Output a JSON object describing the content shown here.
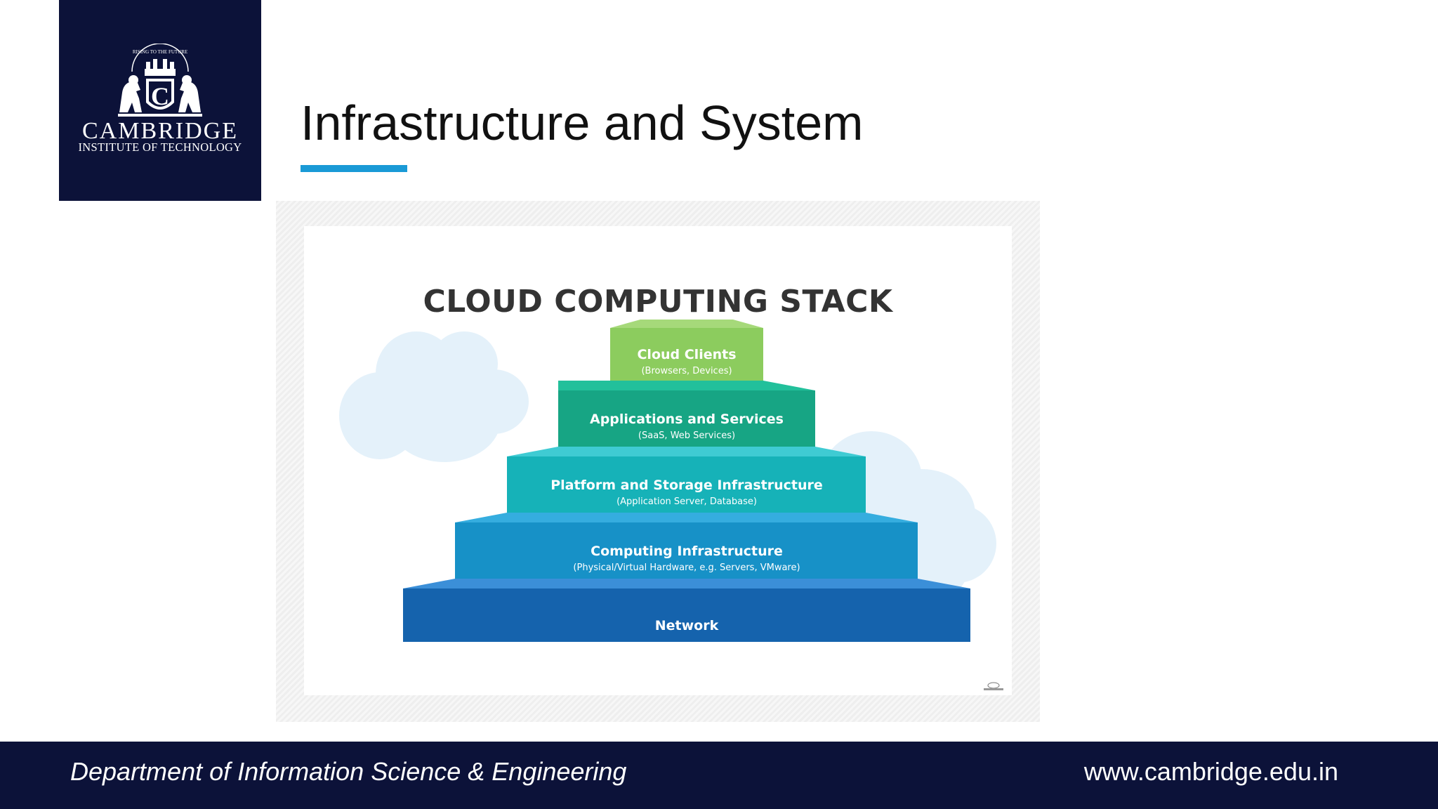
{
  "logo": {
    "name": "CAMBRIDGE",
    "subtitle": "INSTITUTE OF TECHNOLOGY",
    "motto": "RISING TO THE FUTURE"
  },
  "slide": {
    "title": "Infrastructure and System"
  },
  "diagram": {
    "title": "CLOUD COMPUTING STACK",
    "layers": [
      {
        "title": "Cloud Clients",
        "subtitle": "(Browsers, Devices)",
        "color": "#8ccc5e"
      },
      {
        "title": "Applications and Services",
        "subtitle": "(SaaS, Web Services)",
        "color": "#17a584"
      },
      {
        "title": "Platform and Storage Infrastructure",
        "subtitle": "(Application Server, Database)",
        "color": "#16b2b8"
      },
      {
        "title": "Computing Infrastructure",
        "subtitle": "(Physical/Virtual Hardware, e.g. Servers, VMware)",
        "color": "#1791c7"
      },
      {
        "title": "Network",
        "subtitle": "",
        "color": "#1563ad"
      }
    ],
    "cloud_color": "#e4f1fa"
  },
  "footer": {
    "department": "Department of Information Science & Engineering",
    "url": "www.cambridge.edu.in"
  },
  "colors": {
    "navy": "#0c1239",
    "accent": "#1a9ad6"
  }
}
